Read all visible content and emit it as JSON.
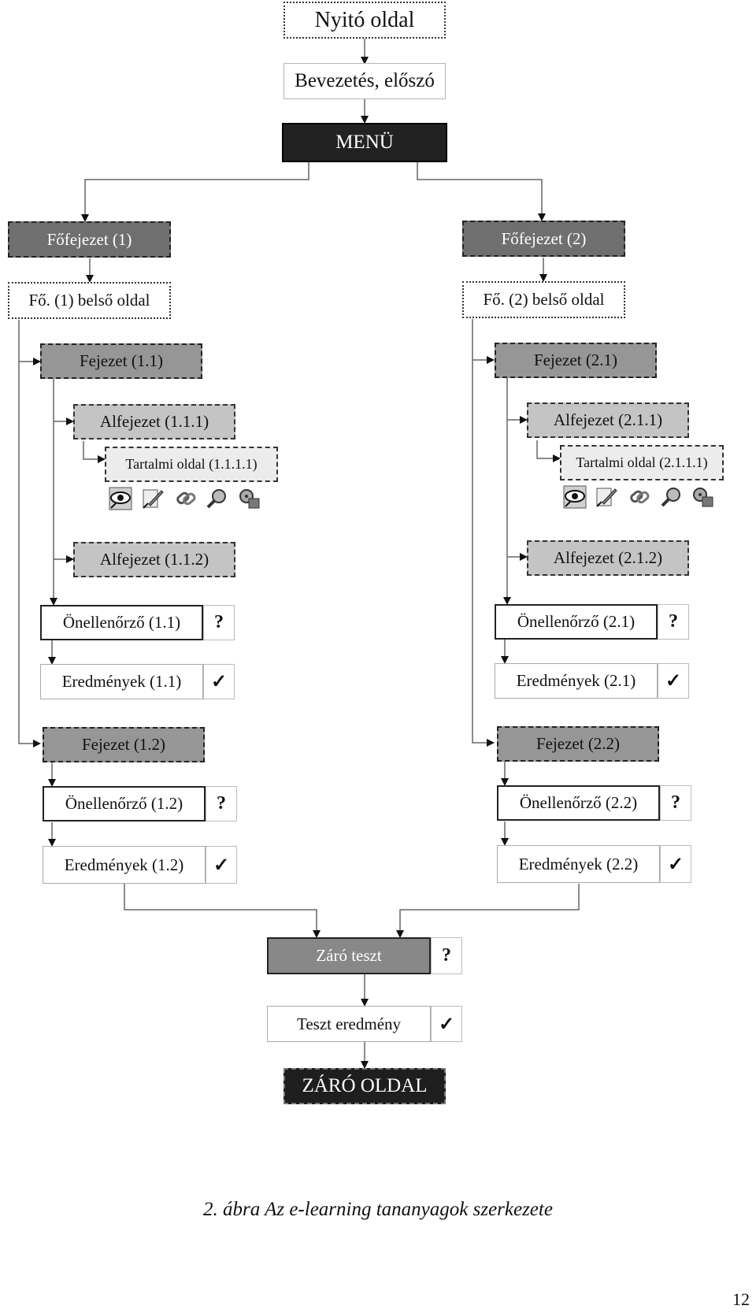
{
  "top": {
    "start": "Nyitó oldal",
    "intro": "Bevezetés, előszó",
    "menu": "MENÜ"
  },
  "left": {
    "chapter": "Főfejezet (1)",
    "inner": "Fő. (1) belső oldal",
    "section1": "Fejezet (1.1)",
    "sub1": "Alfejezet (1.1.1)",
    "content": "Tartalmi oldal (1.1.1.1)",
    "sub2": "Alfejezet (1.1.2)",
    "self1": "Önellenőrző (1.1)",
    "result1": "Eredmények (1.1)",
    "section2": "Fejezet (1.2)",
    "self2": "Önellenőrző (1.2)",
    "result2": "Eredmények (1.2)"
  },
  "right": {
    "chapter": "Főfejezet (2)",
    "inner": "Fő. (2) belső oldal",
    "section1": "Fejezet (2.1)",
    "sub1": "Alfejezet (2.1.1)",
    "content": "Tartalmi oldal (2.1.1.1)",
    "sub2": "Alfejezet (2.1.2)",
    "self1": "Önellenőrző (2.1)",
    "result1": "Eredmények (2.1)",
    "section2": "Fejezet (2.2)",
    "self2": "Önellenőrző (2.2)",
    "result2": "Eredmények (2.2)"
  },
  "bottom": {
    "final_test": "Záró teszt",
    "test_result": "Teszt eredmény",
    "closing": "ZÁRÓ OLDAL"
  },
  "symbols": {
    "question": "?",
    "check": "✓"
  },
  "icons": [
    "eye-icon",
    "pencil-icon",
    "link-icon",
    "magnifier-icon",
    "film-icon"
  ],
  "caption": "2. ábra Az e-learning tananyagok szerkezete",
  "page_number": "12"
}
